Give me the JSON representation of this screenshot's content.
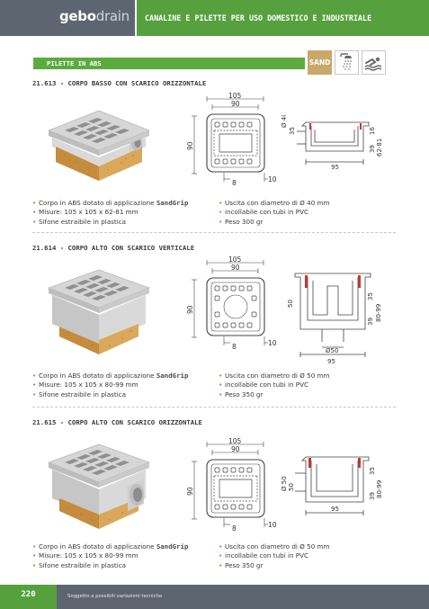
{
  "header": {
    "brand_part1": "gebo",
    "brand_part2": "drain",
    "title": "CANALINE E PILETTE PER USO DOMESTICO E INDUSTRIALE"
  },
  "section": {
    "title": "PILETTE IN ABS"
  },
  "badges": {
    "sandgrip_line1": "SAND",
    "sandgrip_line2": "GRIP",
    "icons": [
      "shower-icon",
      "swimming-icon"
    ]
  },
  "products": [
    {
      "title": "21.613 - CORPO BASSO CON SCARICO ORIZZONTALE",
      "features_left": [
        "Corpo in ABS dotato di applicazione ",
        "Misure: 105 x 105 x 62-81 mm",
        "Sifone estraibile in plastica"
      ],
      "sandgrip": "SandGrip",
      "features_right": [
        "Uscita con diametro di Ø 40 mm",
        "incollabile con tubi in PVC",
        "Peso 300 gr"
      ],
      "dims_top": {
        "d105": "105",
        "d90": "90",
        "d90v": "90",
        "d8": "8",
        "d10": "10"
      },
      "dims_side": {
        "d40": "Ø 40",
        "d35": "35",
        "d95": "95",
        "d39": "39",
        "d16": "16",
        "d62": "62-81"
      }
    },
    {
      "title": "21.614 - CORPO ALTO CON SCARICO VERTICALE",
      "features_left": [
        "Corpo in ABS dotato di applicazione ",
        "Misure: 105 x 105 x 80-99 mm",
        "Sifone estraibile in plastica"
      ],
      "sandgrip": "SandGrip",
      "features_right": [
        "Uscita con diametro di Ø 50 mm",
        "incollabile con tubi in PVC",
        "Peso 350 gr"
      ],
      "dims_top": {
        "d105": "105",
        "d90": "90",
        "d90v": "90",
        "d8": "8",
        "d10": "10"
      },
      "dims_side": {
        "d50": "50",
        "d50b": "Ø50",
        "d95": "95",
        "d39": "39",
        "d35": "35",
        "d80": "80-99"
      }
    },
    {
      "title": "21.615 - CORPO ALTO CON SCARICO ORIZZONTALE",
      "features_left": [
        "Corpo in ABS dotato di applicazione ",
        "Misure: 105 x 105 x 80-99 mm",
        "Sifone estraibile in plastica"
      ],
      "sandgrip": "SandGrip",
      "features_right": [
        "Uscita con diametro di Ø 50 mm",
        "incollabile con tubi in PVC",
        "Peso 350 gr"
      ],
      "dims_top": {
        "d105": "105",
        "d90": "90",
        "d90v": "90",
        "d8": "8",
        "d10": "10"
      },
      "dims_side": {
        "d50a": "Ø 50",
        "d50": "50",
        "d95": "95",
        "d39": "39",
        "d35": "35",
        "d80": "80-99"
      }
    }
  ],
  "footer": {
    "page": "220",
    "note": "Soggetto a possibili variazioni tecniche"
  },
  "colors": {
    "green": "#56a13e",
    "grey": "#5c6570",
    "sand": "#c9a86b",
    "red": "#c0392b"
  }
}
